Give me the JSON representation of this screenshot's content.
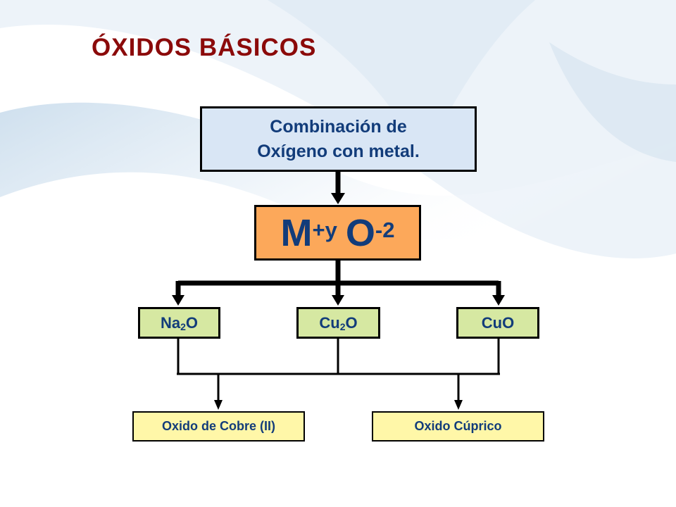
{
  "title": "ÓXIDOS BÁSICOS",
  "definition": {
    "line1": "Combinación de",
    "line2": "Oxígeno con metal."
  },
  "formula": {
    "metal": "M",
    "metal_charge": "+y",
    "oxygen": "O",
    "oxygen_charge": "-2"
  },
  "oxides": [
    {
      "symbol1": "Na",
      "sub": "2",
      "symbol2": "O"
    },
    {
      "symbol1": "Cu",
      "sub": "2",
      "symbol2": "O"
    },
    {
      "symbol1": "CuO",
      "sub": "",
      "symbol2": ""
    }
  ],
  "names": [
    "Oxido de Cobre (II)",
    "Oxido Cúprico"
  ],
  "colors": {
    "title": "#8b0a0a",
    "text": "#123c7a",
    "definition_fill": "#d9e6f5",
    "formula_fill": "#fca85a",
    "oxide_fill": "#d6e8a2",
    "name_fill": "#fff7a8"
  }
}
